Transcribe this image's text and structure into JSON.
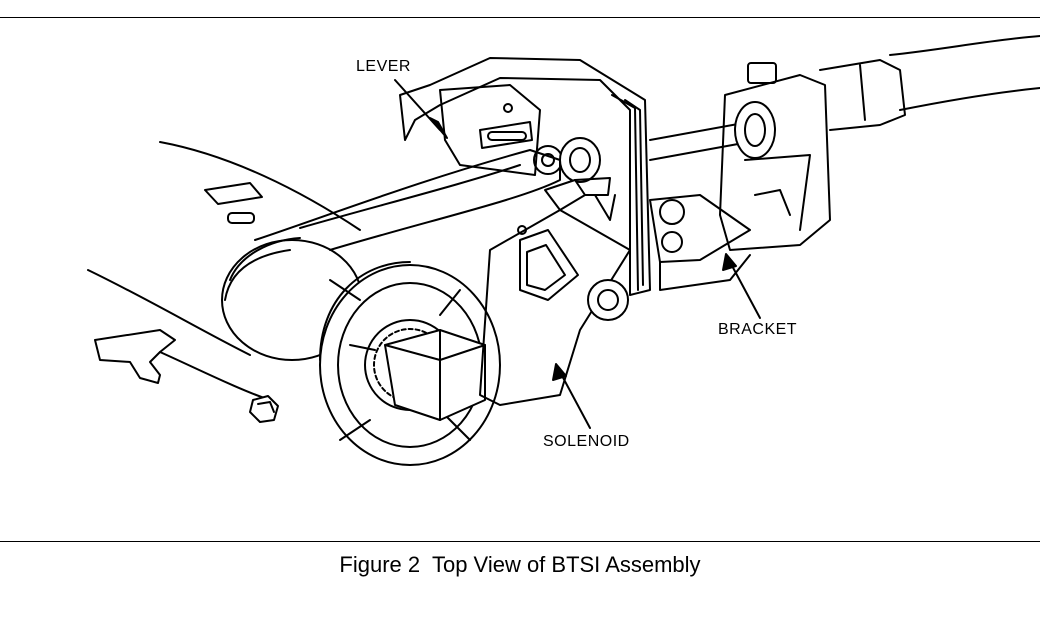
{
  "figure": {
    "labels": {
      "lever": "LEVER",
      "bracket": "BRACKET",
      "solenoid": "SOLENOID"
    },
    "caption": "Figure 2  Top View of BTSI Assembly"
  },
  "colors": {
    "ink": "#000000",
    "paper": "#ffffff"
  }
}
